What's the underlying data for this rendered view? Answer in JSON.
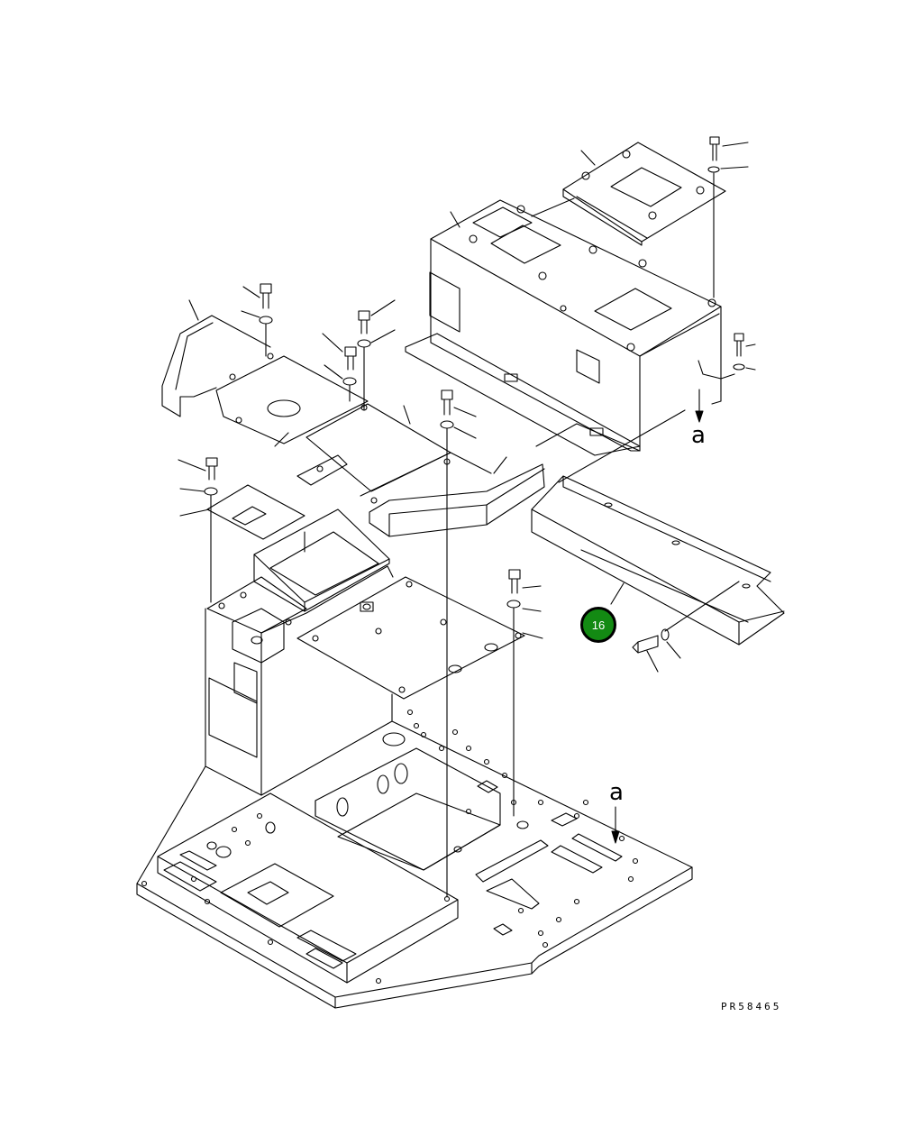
{
  "diagram": {
    "callout": {
      "label": "16",
      "color": "#138a13"
    },
    "arrow_labels": [
      "a",
      "a"
    ],
    "drawing_number": "PR58465"
  }
}
